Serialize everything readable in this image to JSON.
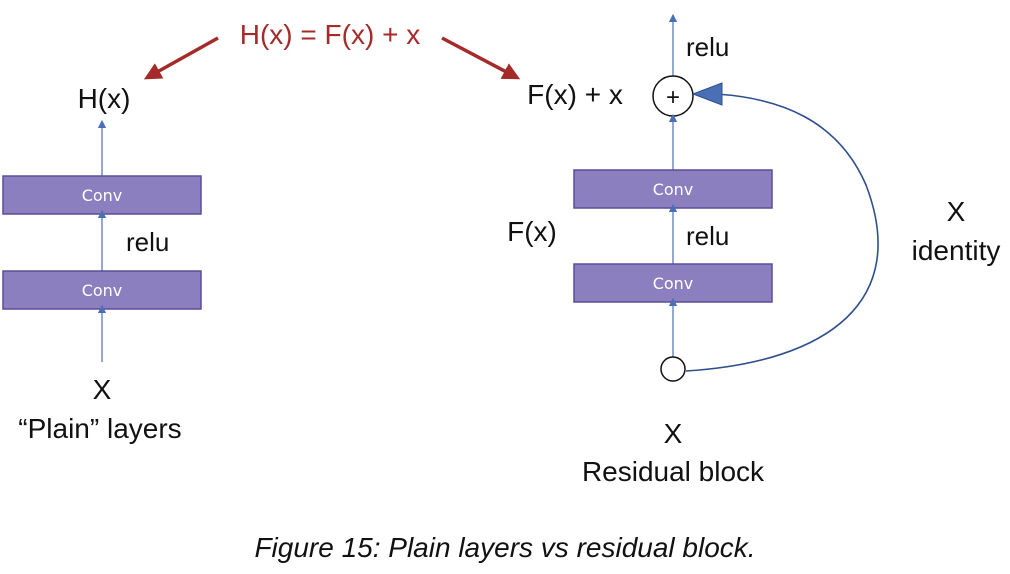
{
  "equation": "H(x) = F(x) + x",
  "plain": {
    "output_label": "H(x)",
    "conv_top": "Conv",
    "activation": "relu",
    "conv_bottom": "Conv",
    "input_label": "X",
    "caption": "“Plain” layers"
  },
  "residual": {
    "top_activation": "relu",
    "sum_label": "F(x) + x",
    "add_symbol": "+",
    "conv_top": "Conv",
    "block_label": "F(x)",
    "activation": "relu",
    "conv_bottom": "Conv",
    "skip_label_x": "X",
    "skip_label_identity": "identity",
    "input_label": "X",
    "caption": "Residual block"
  },
  "figure_caption": "Figure 15: Plain layers vs residual block.",
  "colors": {
    "conv_fill": "#8c7fc0",
    "conv_stroke": "#5b4d99",
    "arrow": "#4a6fb5",
    "skip_curve": "#2f4f8f",
    "equation_red": "#a52a2a"
  }
}
